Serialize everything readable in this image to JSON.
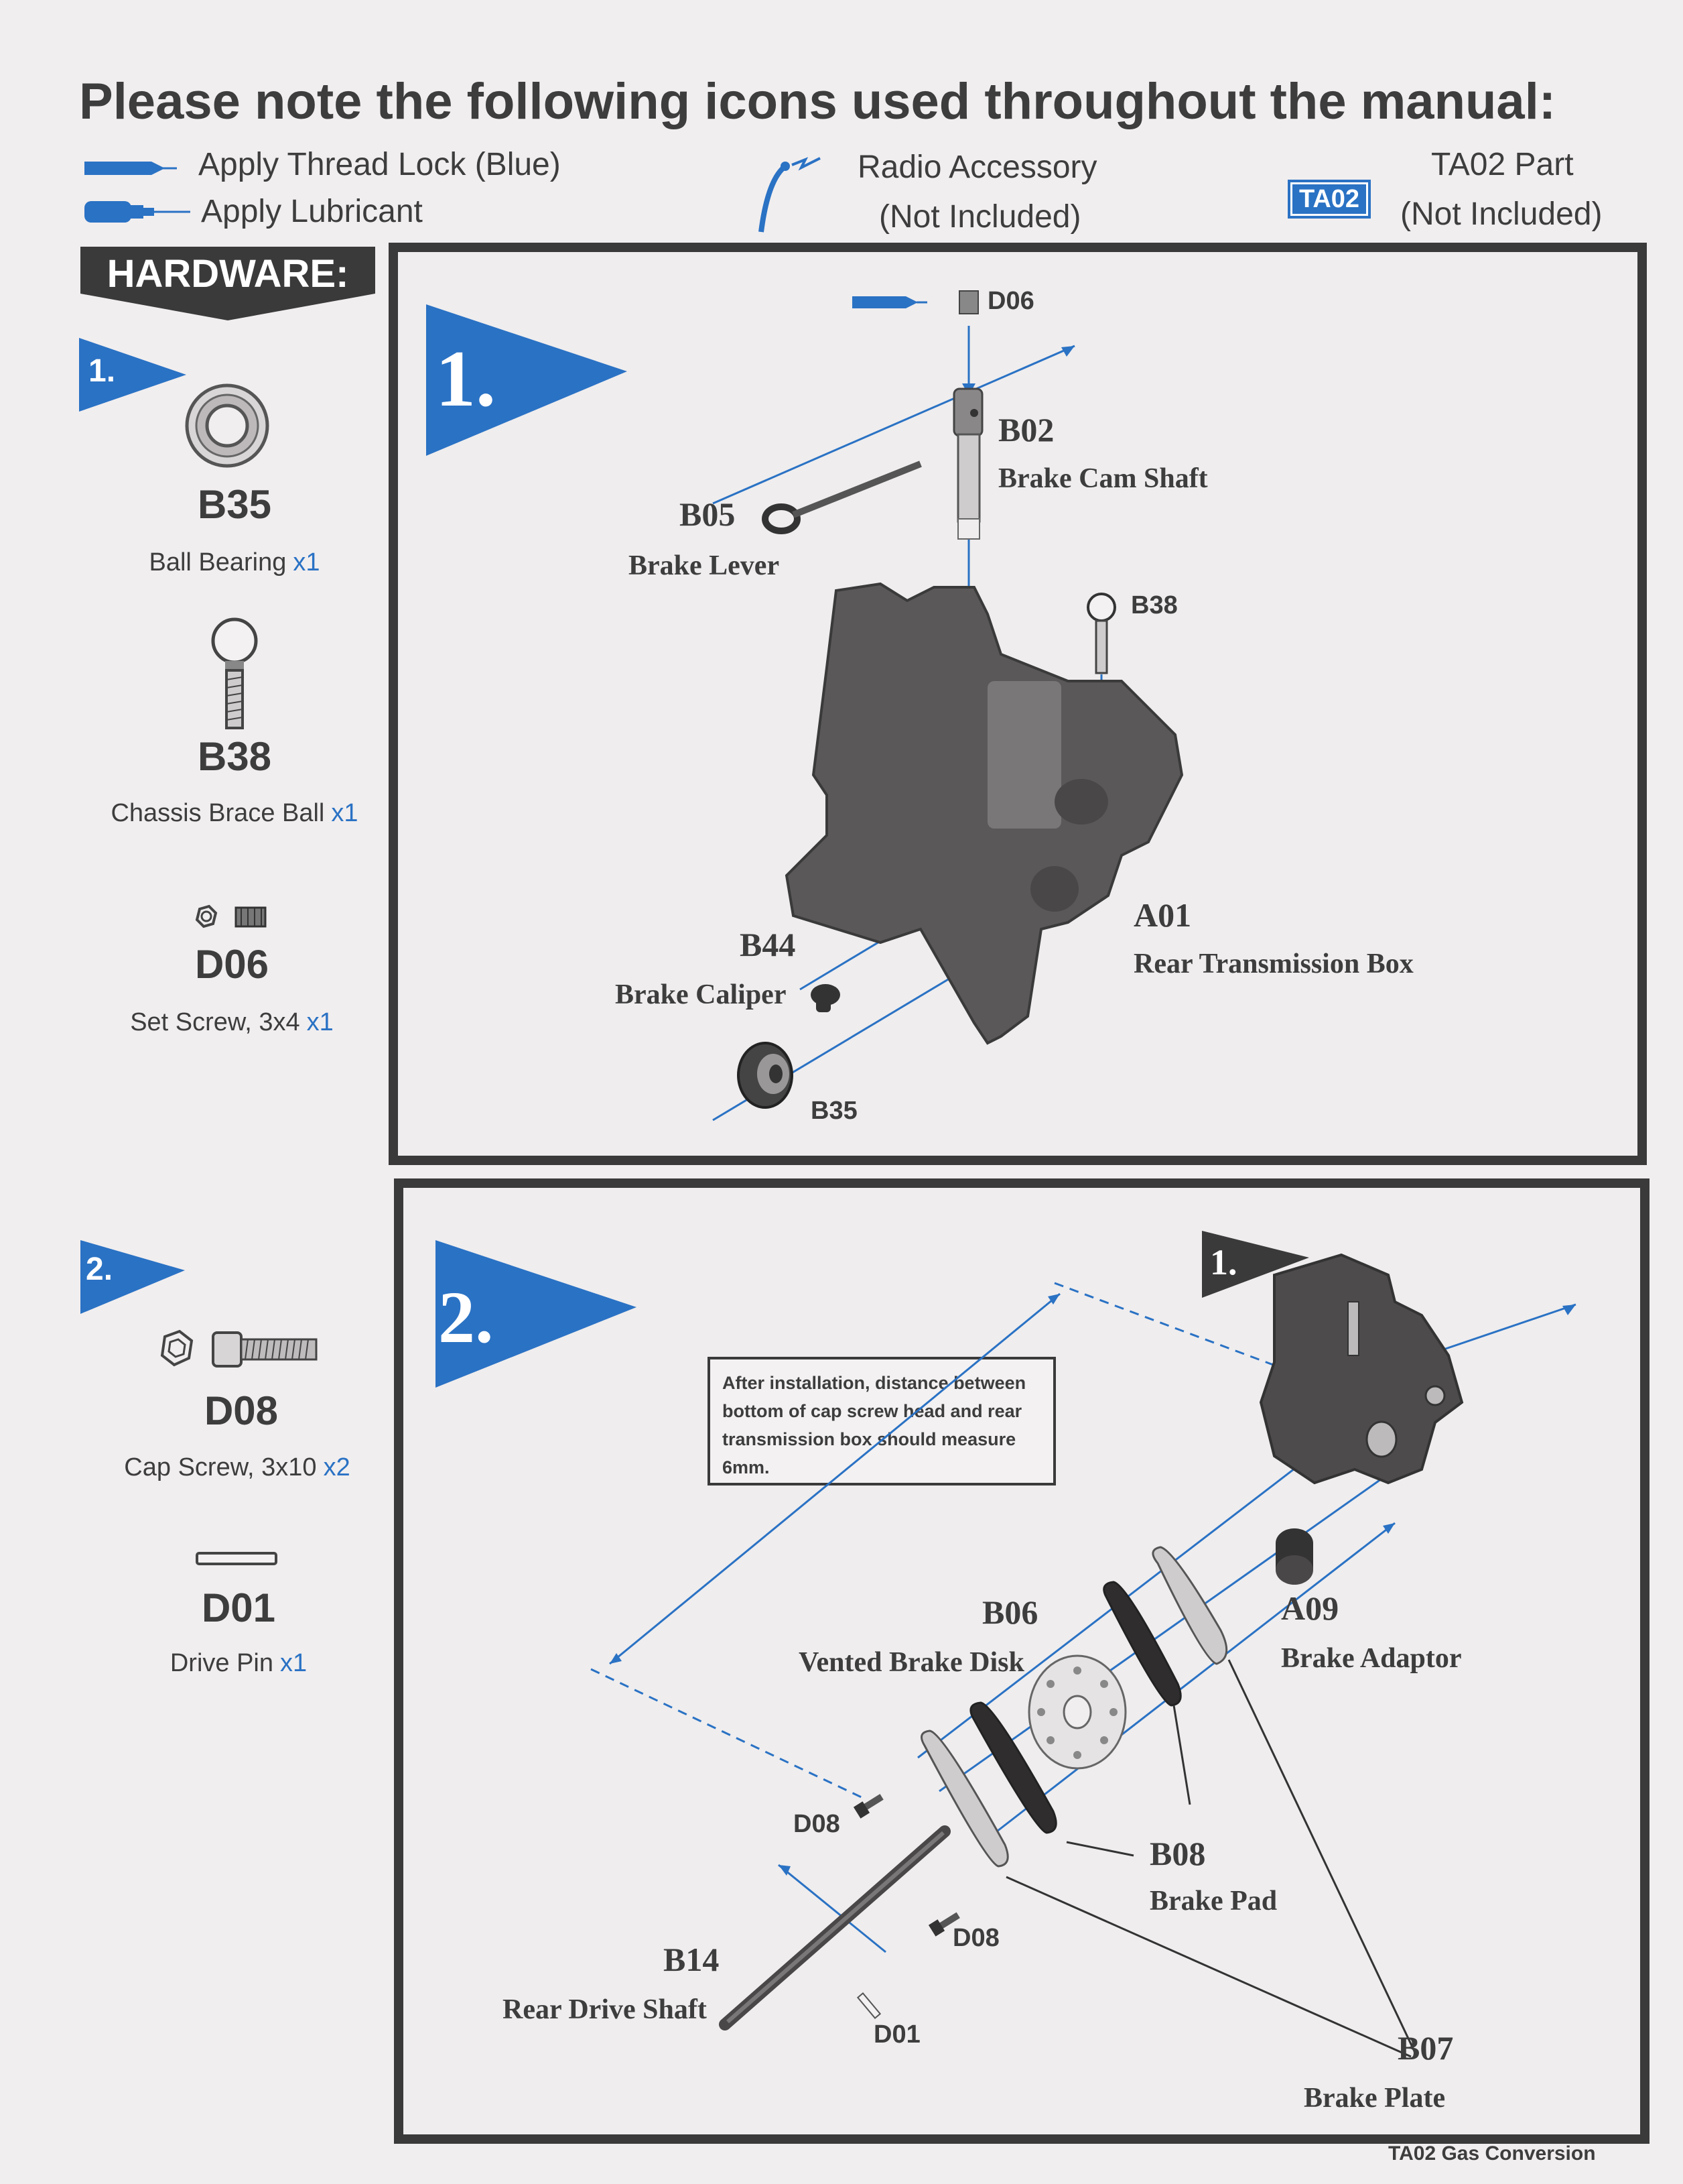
{
  "title": "Please note the following icons used throughout the manual:",
  "legend": {
    "thread_lock": "Apply Thread Lock (Blue)",
    "lubricant": "Apply Lubricant",
    "radio_line1": "Radio Accessory",
    "radio_line2": "(Not Included)",
    "ta02_badge": "TA02",
    "ta02_line1": "TA02 Part",
    "ta02_line2": "(Not Included)"
  },
  "hardware": {
    "heading": "HARDWARE:",
    "step1_marker": "1.",
    "step2_marker": "2.",
    "items": [
      {
        "code": "B35",
        "desc": "Ball Bearing",
        "qty": "x1"
      },
      {
        "code": "B38",
        "desc": "Chassis Brace Ball",
        "qty": "x1"
      },
      {
        "code": "D06",
        "desc": "Set Screw, 3x4",
        "qty": "x1"
      },
      {
        "code": "D08",
        "desc": "Cap Screw, 3x10",
        "qty": "x2"
      },
      {
        "code": "D01",
        "desc": "Drive Pin",
        "qty": "x1"
      }
    ]
  },
  "step1": {
    "number": "1.",
    "labels": {
      "d06": "D06",
      "b02_code": "B02",
      "b02_name": "Brake Cam Shaft",
      "b05_code": "B05",
      "b05_name": "Brake Lever",
      "b38": "B38",
      "a01_code": "A01",
      "a01_name": "Rear Transmission Box",
      "b44_code": "B44",
      "b44_name": "Brake Caliper",
      "b35": "B35"
    }
  },
  "step2": {
    "number": "2.",
    "ref_marker": "1.",
    "note": "After installation, distance between bottom of cap screw head and rear transmission box should measure 6mm.",
    "labels": {
      "b06_code": "B06",
      "b06_name": "Vented Brake Disk",
      "a09_code": "A09",
      "a09_name": "Brake Adaptor",
      "d08_a": "D08",
      "d08_b": "D08",
      "b08_code": "B08",
      "b08_name": "Brake Pad",
      "b14_code": "B14",
      "b14_name": "Rear Drive Shaft",
      "d01": "D01",
      "b07_code": "B07",
      "b07_name": "Brake Plate"
    }
  },
  "footer": "TA02 Gas Conversion",
  "colors": {
    "accent": "#2a72c4",
    "dark": "#3a3a3a",
    "paper": "#f1eeef"
  }
}
